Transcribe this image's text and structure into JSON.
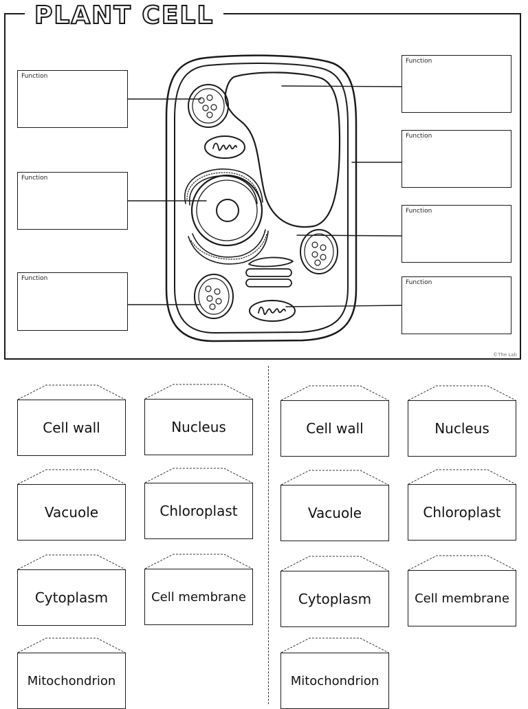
{
  "title": "Plant Cell",
  "function_label": "Function",
  "credit": "©The Lab",
  "cards_left": [
    "Cell wall",
    "Nucleus",
    "Vacuole",
    "Chloroplast",
    "Cytoplasm",
    "Cell membrane",
    "Mitochondrion"
  ],
  "cards_right": [
    "Cell wall",
    "Nucleus",
    "Vacuole",
    "Chloroplast",
    "Cytoplasm",
    "Cell membrane",
    "Mitochondrion"
  ]
}
